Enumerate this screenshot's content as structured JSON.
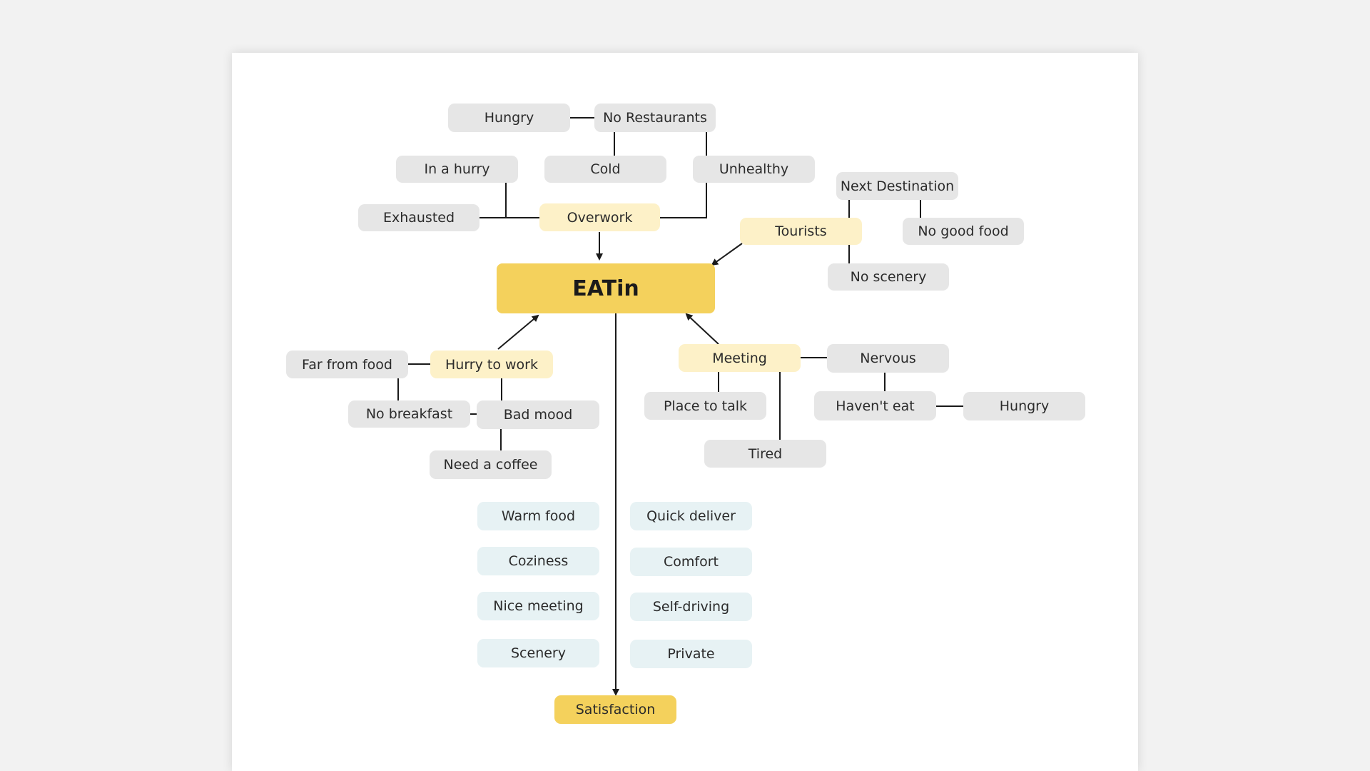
{
  "title": "EATin",
  "nodes": {
    "hungry_top": "Hungry",
    "no_restaurants": "No Restaurants",
    "in_a_hurry": "In a hurry",
    "cold": "Cold",
    "unhealthy": "Unhealthy",
    "exhausted": "Exhausted",
    "overwork": "Overwork",
    "next_destination": "Next Destination",
    "tourists": "Tourists",
    "no_good_food": "No good food",
    "no_scenery": "No scenery",
    "far_from_food": "Far from food",
    "hurry_to_work": "Hurry to work",
    "no_breakfast": "No breakfast",
    "bad_mood": "Bad mood",
    "need_a_coffee": "Need a coffee",
    "meeting": "Meeting",
    "nervous": "Nervous",
    "place_to_talk": "Place to talk",
    "havent_eat": "Haven't eat",
    "hungry_right": "Hungry",
    "tired": "Tired"
  },
  "benefits_left": [
    "Warm food",
    "Coziness",
    "Nice meeting",
    "Scenery"
  ],
  "benefits_right": [
    "Quick deliver",
    "Comfort",
    "Self-driving",
    "Private"
  ],
  "outcome": "Satisfaction",
  "colors": {
    "problem_node": "#e6e6e6",
    "cause_node": "#fdf1c8",
    "benefit_node": "#e7f2f4",
    "core_node": "#f4d15c",
    "connector": "#1a1a1a"
  }
}
